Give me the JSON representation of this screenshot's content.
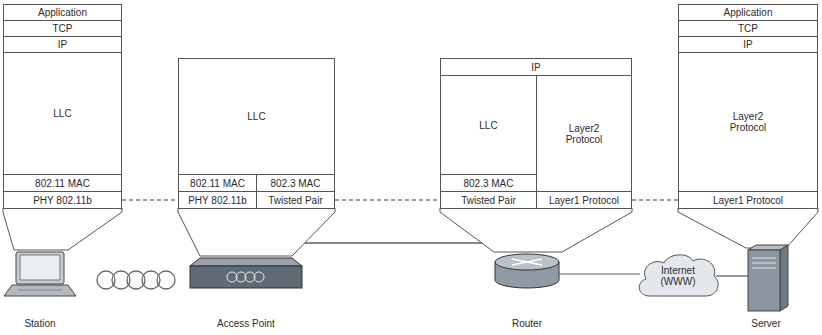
{
  "diagram": {
    "nodes": [
      {
        "text": [
          "Application"
        ]
      },
      {
        "text": [
          "TCP"
        ]
      },
      {
        "text": [
          "IP"
        ]
      },
      {
        "text": [
          "LLC"
        ]
      },
      {
        "text": [
          "802.11 MAC"
        ]
      },
      {
        "text": [
          "PHY 802.11b"
        ]
      },
      {
        "text": [
          "LLC"
        ]
      },
      {
        "text": [
          "802.11 MAC"
        ]
      },
      {
        "text": [
          "802.3 MAC"
        ]
      },
      {
        "text": [
          "PHY 802.11b"
        ]
      },
      {
        "text": [
          "Twisted Pair"
        ]
      },
      {
        "text": [
          "IP"
        ]
      },
      {
        "text": [
          "LLC"
        ]
      },
      {
        "text": [
          "Layer2 Protocol"
        ]
      },
      {
        "text": [
          "802.3 MAC"
        ]
      },
      {
        "text": [
          "Twisted Pair"
        ]
      },
      {
        "text": [
          "Layer1 Protocol"
        ]
      },
      {
        "text": [
          "Application"
        ]
      },
      {
        "text": [
          "TCP"
        ]
      },
      {
        "text": [
          "IP"
        ]
      },
      {
        "text": [
          "Layer2 Protocol"
        ]
      },
      {
        "text": [
          "Layer1 Protocol"
        ]
      },
      {
        "text": [
          "Internet (WWW)"
        ]
      }
    ],
    "edges": [
      {
        "from": 5,
        "to": 9,
        "arrow": "none"
      },
      {
        "from": 10,
        "to": 15,
        "arrow": "none"
      },
      {
        "from": 16,
        "to": 21,
        "arrow": "none"
      }
    ],
    "labels": [
      "Station",
      "Access Point",
      "Router",
      "Server"
    ]
  }
}
